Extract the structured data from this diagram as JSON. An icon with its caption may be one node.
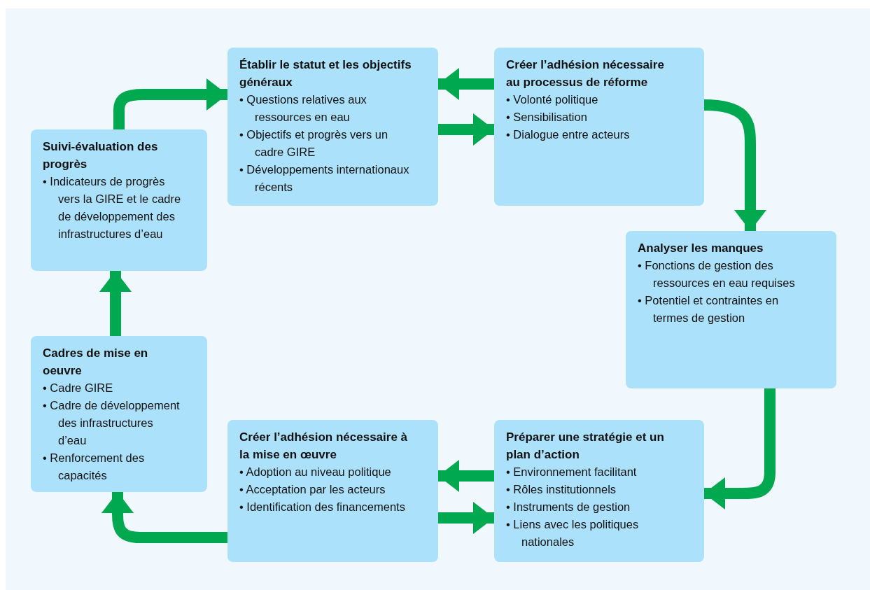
{
  "diagram": {
    "nodes": [
      {
        "text": [
          "Établir le statut et les objectifs généraux",
          "• Questions relatives aux ressources en eau",
          "• Objectifs et progrès vers un cadre GIRE",
          "• Développements internationaux récents"
        ]
      },
      {
        "text": [
          "Créer l’adhésion nécessaire au processus de réforme",
          "• Volonté politique",
          "• Sensibilisation",
          "• Dialogue entre acteurs"
        ]
      },
      {
        "text": [
          "Analyser les manques",
          "• Fonctions de gestion des ressources en eau requises",
          "• Potentiel et contraintes en termes de gestion"
        ]
      },
      {
        "text": [
          "Préparer une stratégie et un plan d’action",
          "• Environnement facilitant",
          "• Rôles institutionnels",
          "• Instruments de gestion",
          "• Liens avec les politiques nationales"
        ]
      },
      {
        "text": [
          "Créer l’adhésion nécessaire à la mise en œuvre",
          "• Adoption au niveau politique",
          "• Acceptation par les acteurs",
          "• Identification des financements"
        ]
      },
      {
        "text": [
          "Cadres de mise en oeuvre",
          "• Cadre GIRE",
          "• Cadre de développement des infrastructures d’eau",
          "• Renforcement des capacités"
        ]
      },
      {
        "text": [
          "Suivi-évaluation des progrès",
          "• Indicateurs de progrès vers la GIRE et le cadre de développement des infrastructures d’eau"
        ]
      }
    ],
    "edges": [
      {
        "from": 0,
        "to": 1,
        "arrow": "to"
      },
      {
        "from": 1,
        "to": 0,
        "arrow": "to"
      },
      {
        "from": 1,
        "to": 2,
        "arrow": "to"
      },
      {
        "from": 2,
        "to": 3,
        "arrow": "to"
      },
      {
        "from": 3,
        "to": 4,
        "arrow": "to"
      },
      {
        "from": 4,
        "to": 3,
        "arrow": "to"
      },
      {
        "from": 4,
        "to": 5,
        "arrow": "to"
      },
      {
        "from": 5,
        "to": 6,
        "arrow": "to"
      },
      {
        "from": 6,
        "to": 0,
        "arrow": "to"
      }
    ]
  }
}
